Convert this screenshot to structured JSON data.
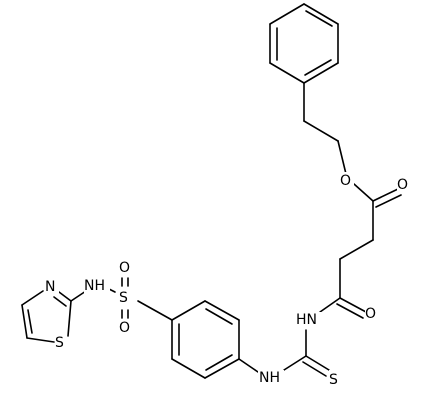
{
  "labels": {
    "o_ester": "O",
    "o_ester_carbonyl": "O",
    "o_amide": "O",
    "nh_amide": "HN",
    "s_thiourea": "S",
    "nh_aryl": "NH",
    "s_sulfonyl": "S",
    "o_sulfonyl_top": "O",
    "o_sulfonyl_bottom": "O",
    "nh_sulfonamide": "NH",
    "n_thiazole": "N",
    "s_thiazole": "S"
  },
  "colors": {
    "bond": "#000000",
    "text": "#000000",
    "background": "#ffffff"
  }
}
